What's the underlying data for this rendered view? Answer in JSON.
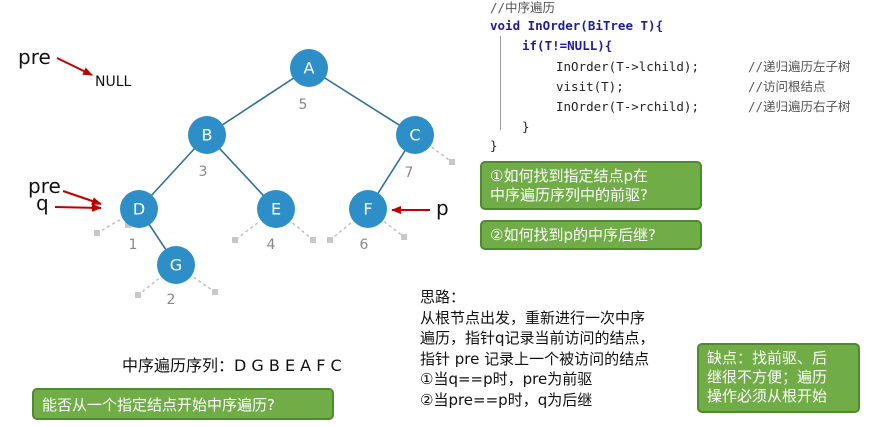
{
  "pre_top": {
    "label": "pre",
    "value": "NULL"
  },
  "pointers": {
    "pre_label": "pre",
    "q_label": "q",
    "p_label": "p"
  },
  "nodes": [
    {
      "id": "A",
      "order": "5"
    },
    {
      "id": "B",
      "order": "3"
    },
    {
      "id": "C",
      "order": "7"
    },
    {
      "id": "D",
      "order": "1"
    },
    {
      "id": "E",
      "order": "4"
    },
    {
      "id": "F",
      "order": "6"
    },
    {
      "id": "G",
      "order": "2"
    }
  ],
  "colors": {
    "node_fill": "#2e8fc8",
    "node_text": "#ffffff",
    "arrow": "#c00000",
    "callout": "#70ad47"
  },
  "inorder": {
    "label": "中序遍历序列：",
    "sequence": "D G B E A F C"
  },
  "code": {
    "comment": "//中序遍历",
    "signature": "void InOrder(BiTree T){",
    "if_line": "if(T!=NULL){",
    "lines": [
      {
        "code": "InOrder(T->lchild);",
        "comment": "//递归遍历左子树"
      },
      {
        "code": "visit(T);",
        "comment": "//访问根结点"
      },
      {
        "code": "InOrder(T->rchild);",
        "comment": "//递归遍历右子树"
      }
    ],
    "close_inner": "}",
    "close_outer": "}"
  },
  "callouts": {
    "q1_line1": "①如何找到指定结点p在",
    "q1_line2": "中序遍历序列中的前驱?",
    "q2": "②如何找到p的中序后继?",
    "start": "能否从一个指定结点开始中序遍历?",
    "drawback_line1": "缺点：找前驱、后",
    "drawback_line2": "继很不方便；遍历",
    "drawback_line3": "操作必须从根开始"
  },
  "idea": {
    "title": "思路：",
    "lines": [
      "从根节点出发，重新进行一次中序",
      "遍历，指针q记录当前访问的结点，",
      "指针 pre 记录上一个被访问的结点",
      "①当q==p时，pre为前驱",
      "②当pre==p时，q为后继"
    ]
  }
}
